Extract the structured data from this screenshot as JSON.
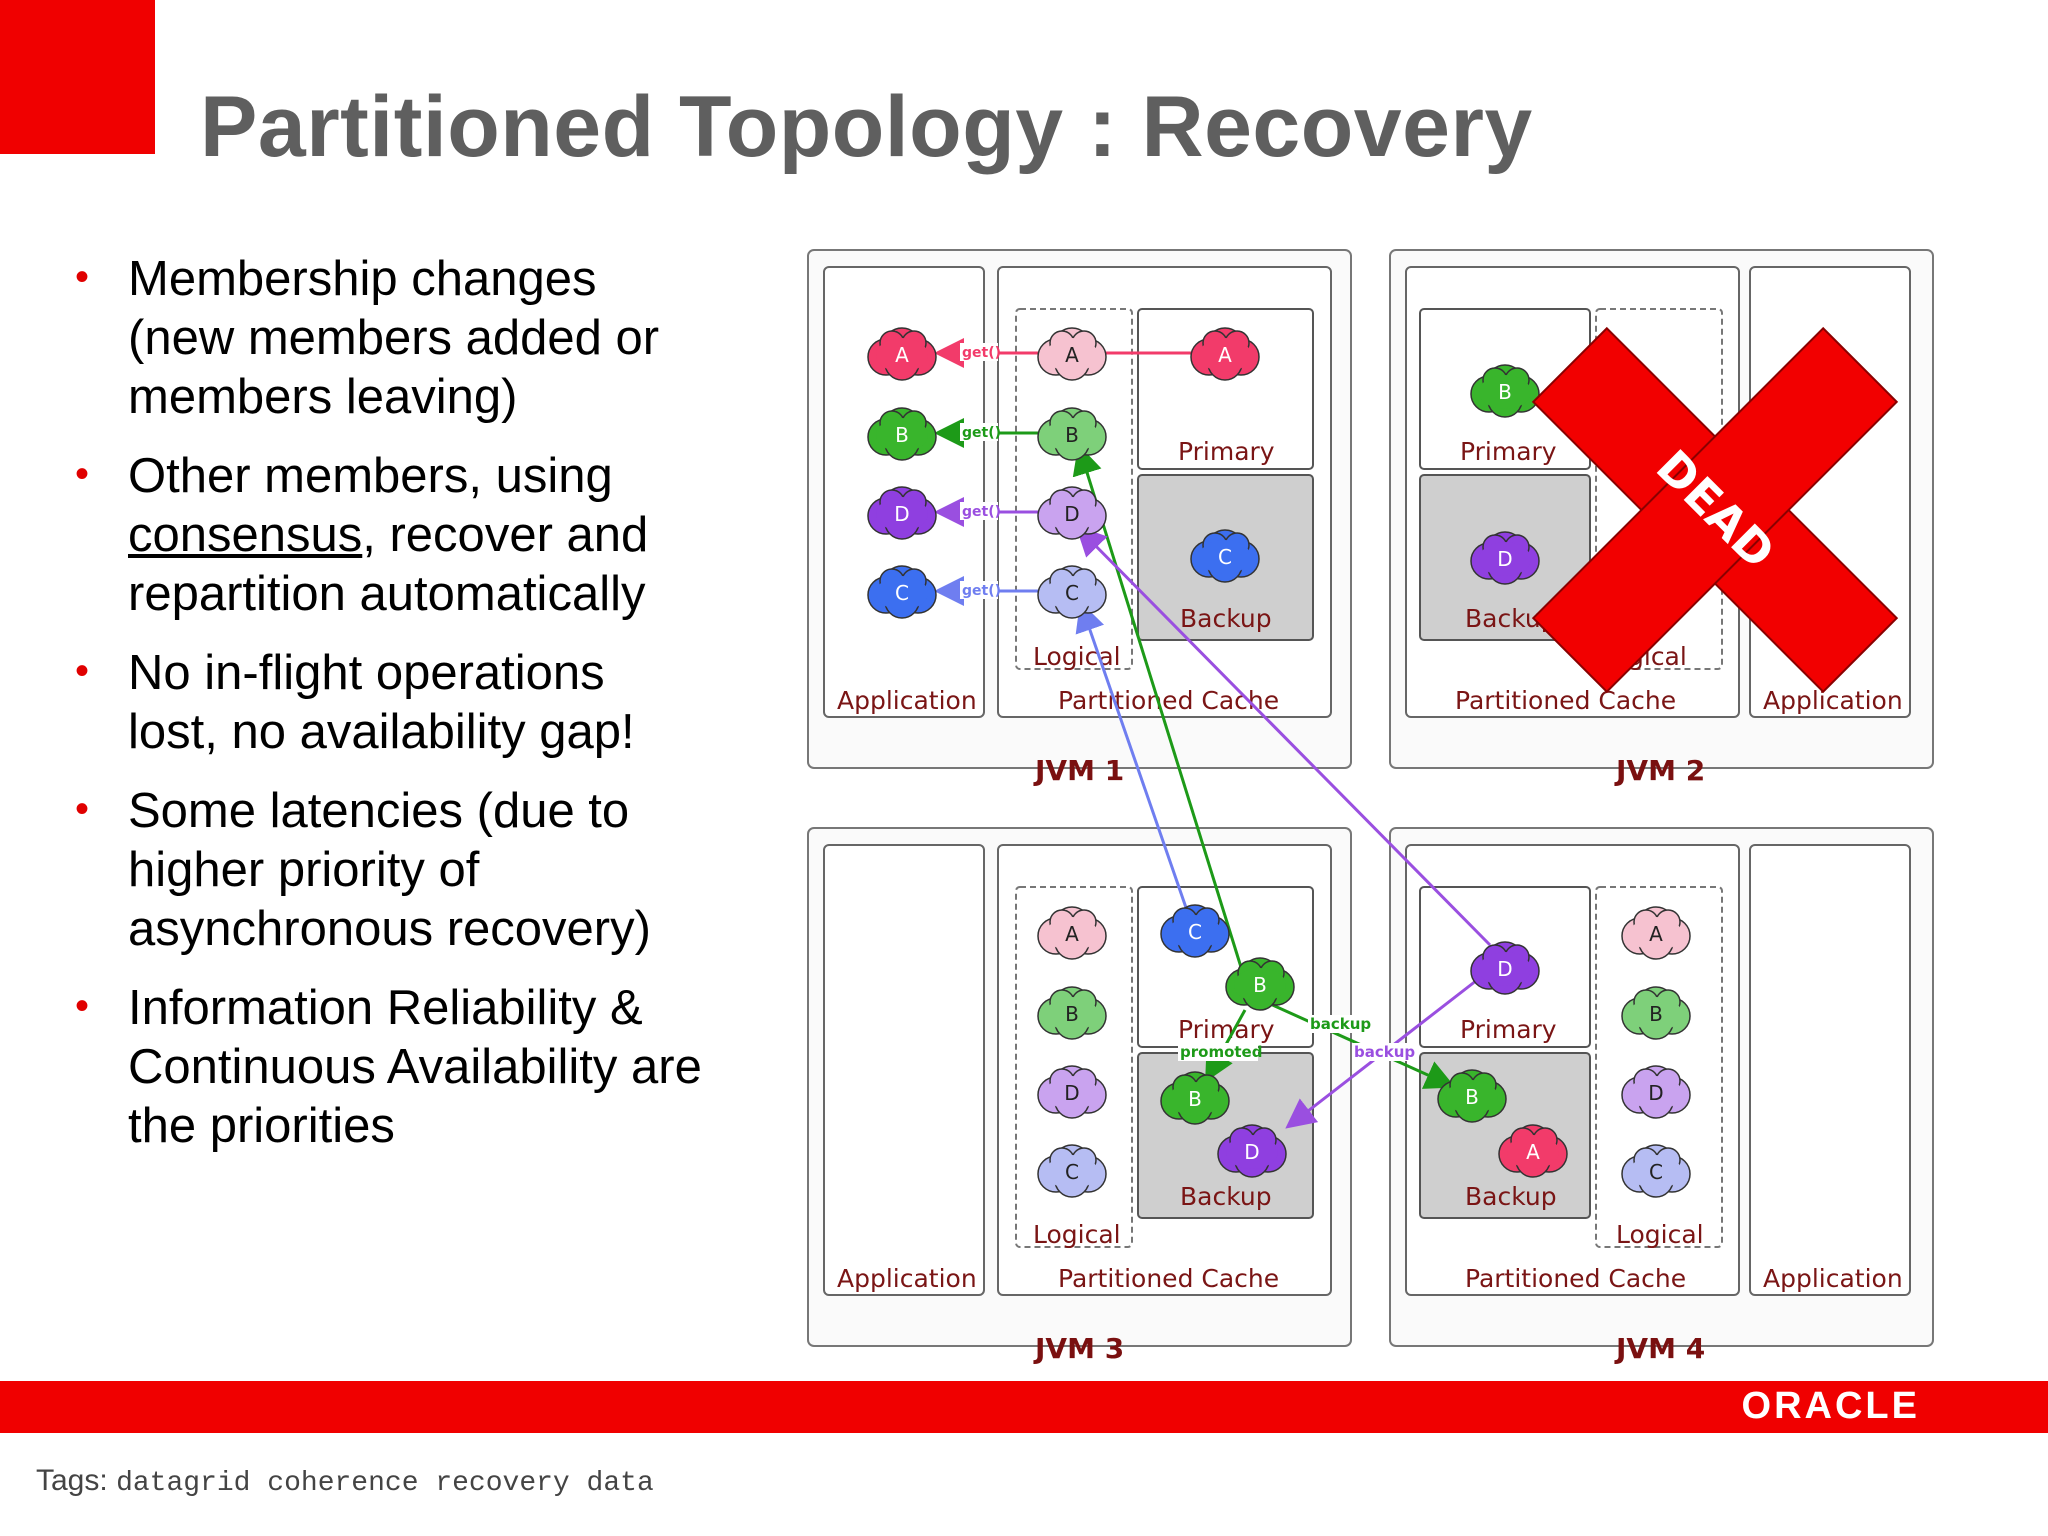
{
  "slide": {
    "title": "Partitioned Topology : Recovery",
    "bullets": [
      {
        "line1": "Membership changes",
        "line2": "(new members added or",
        "line3": "members leaving)"
      },
      {
        "line1": "Other members, using",
        "underlined": "consensus",
        "after": ", recover and",
        "line3": "repartition automatically"
      },
      {
        "line1": "No in-flight operations",
        "line2": "lost, no availability gap!"
      },
      {
        "line1": "Some latencies (due to",
        "line2": "higher priority of",
        "line3": "asynchronous recovery)"
      },
      {
        "line1": "Information Reliability &",
        "line2": "Continuous Availability are",
        "line3": "the priorities"
      }
    ],
    "brand": "ORACLE",
    "tags_label": "Tags:",
    "tags": "datagrid coherence recovery data"
  },
  "diagram": {
    "jvm_labels": [
      "JVM 1",
      "JVM 2",
      "JVM 3",
      "JVM 4"
    ],
    "application_label": "Application",
    "partitioned_cache_label": "Partitioned Cache",
    "logical_label": "Logical",
    "logical_partial": "gical",
    "primary_label": "Primary",
    "backup_label": "Backup",
    "get_label": "get()",
    "backup_arrow_label": "backup",
    "promoted_label": "promoted",
    "dead_label": "DEAD",
    "partitions": [
      "A",
      "B",
      "D",
      "C"
    ],
    "colors": {
      "A": "#f23b6a",
      "B": "#39b52c",
      "C": "#3c6ff0",
      "D": "#8f3fe0",
      "A_light": "#f6c2d0",
      "B_light": "#7ed07a",
      "C_light": "#b6bdf3",
      "D_light": "#c9a3ef",
      "dead_x": "#f20000",
      "jvm_label": "#7a1010",
      "label_text": "#7a1515"
    }
  }
}
